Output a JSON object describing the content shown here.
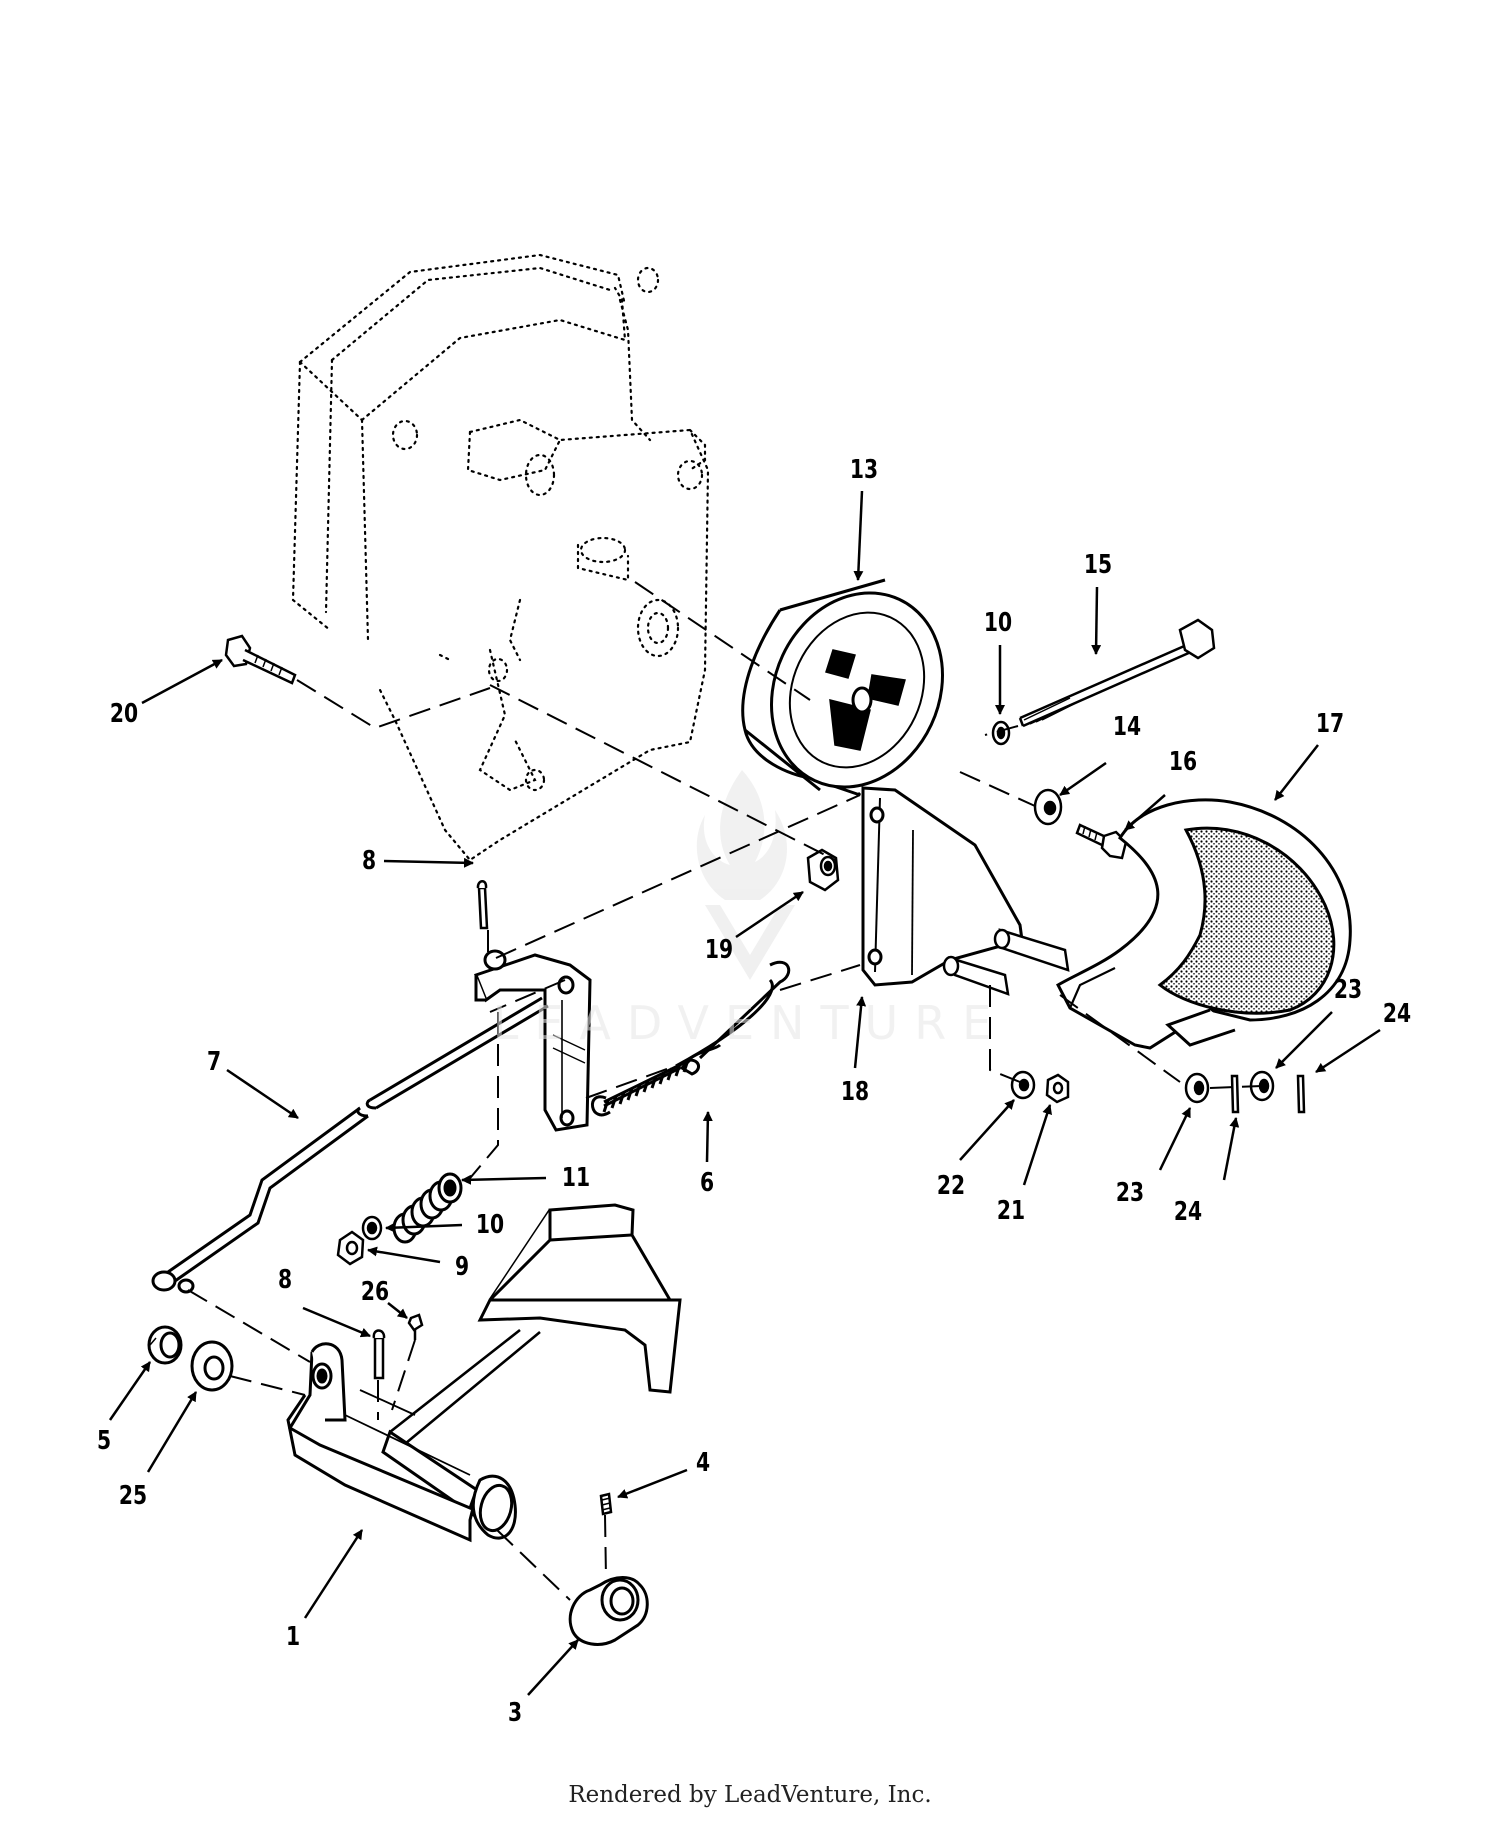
{
  "watermark": {
    "text": "LEADVENTURE"
  },
  "footer": {
    "credit": "Rendered by LeadVenture, Inc."
  },
  "callouts": {
    "c13": "13",
    "c15": "15",
    "c10a": "10",
    "c14": "14",
    "c16": "16",
    "c17": "17",
    "c20": "20",
    "c8a": "8",
    "c19": "19",
    "c7": "7",
    "c6": "6",
    "c18": "18",
    "c11": "11",
    "c10b": "10",
    "c9": "9",
    "c22": "22",
    "c21": "21",
    "c23a": "23",
    "c24a": "24",
    "c23b": "23",
    "c24b": "24",
    "c8b": "8",
    "c26": "26",
    "c5": "5",
    "c25": "25",
    "c4": "4",
    "c1": "1",
    "c3": "3"
  }
}
